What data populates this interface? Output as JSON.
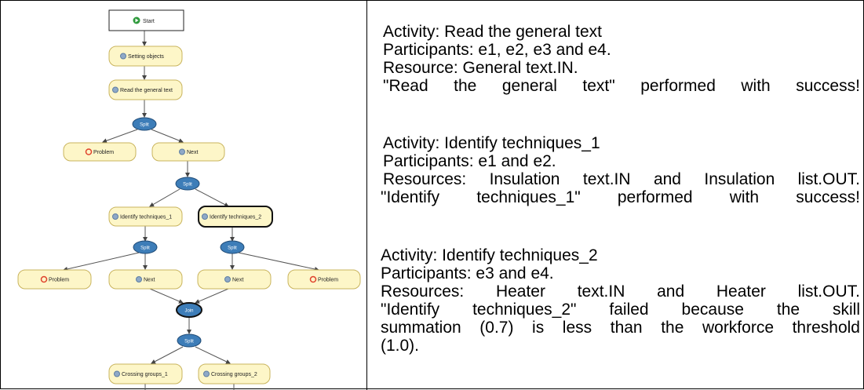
{
  "diagram": {
    "start": "Start",
    "setting_objects": "Setting objects",
    "read_general_text": "Read the general text",
    "split_1": "Split",
    "problem_1": "Problem",
    "next_1": "Next",
    "split_2": "Split",
    "identify_1": "Identify techniques_1",
    "identify_2": "Identify techniques_2",
    "split_3": "Split",
    "split_4": "Split",
    "problem_2": "Problem",
    "next_2": "Next",
    "next_3": "Next",
    "problem_3": "Problem",
    "join": "Join",
    "split_5": "Split",
    "crossing_1": "Crossing groups_1",
    "crossing_2": "Crossing groups_2",
    "colors": {
      "task_fill": "#fdf6c8",
      "task_stroke": "#c9b45e",
      "gateway_fill": "#3d7db8",
      "start_icon": "#2e9a3c",
      "problem_icon": "#e0422c",
      "gear_icon": "#8fa9c7"
    }
  },
  "log": {
    "block1": {
      "activity": "Activity: Read the general text",
      "participants": "Participants: e1, e2, e3 and e4.",
      "resource": "Resource: General text.IN.",
      "result": [
        "\"Read",
        "the",
        "general",
        "text\"",
        "performed",
        "with",
        "success!"
      ]
    },
    "block2": {
      "activity": "Activity: Identify techniques_1",
      "participants": "Participants: e1 and e2.",
      "resources": [
        "Resources:",
        "Insulation",
        "text.IN",
        "and",
        "Insulation",
        "list.OUT."
      ],
      "result": [
        "\"Identify",
        "techniques_1\"",
        "performed",
        "with",
        "success!"
      ]
    },
    "block3": {
      "activity": "Activity: Identify techniques_2",
      "participants": "Participants: e3 and e4.",
      "resources": [
        "Resources:",
        "Heater",
        "text.IN",
        "and",
        "Heater",
        "list.OUT."
      ],
      "result_1": [
        "\"Identify",
        "techniques_2\"",
        "failed",
        "because",
        "the",
        "skill"
      ],
      "result_2": [
        "summation",
        "(0.7)",
        "is",
        "less",
        "than",
        "the",
        "workforce",
        "threshold"
      ],
      "result_3": "(1.0)."
    }
  }
}
